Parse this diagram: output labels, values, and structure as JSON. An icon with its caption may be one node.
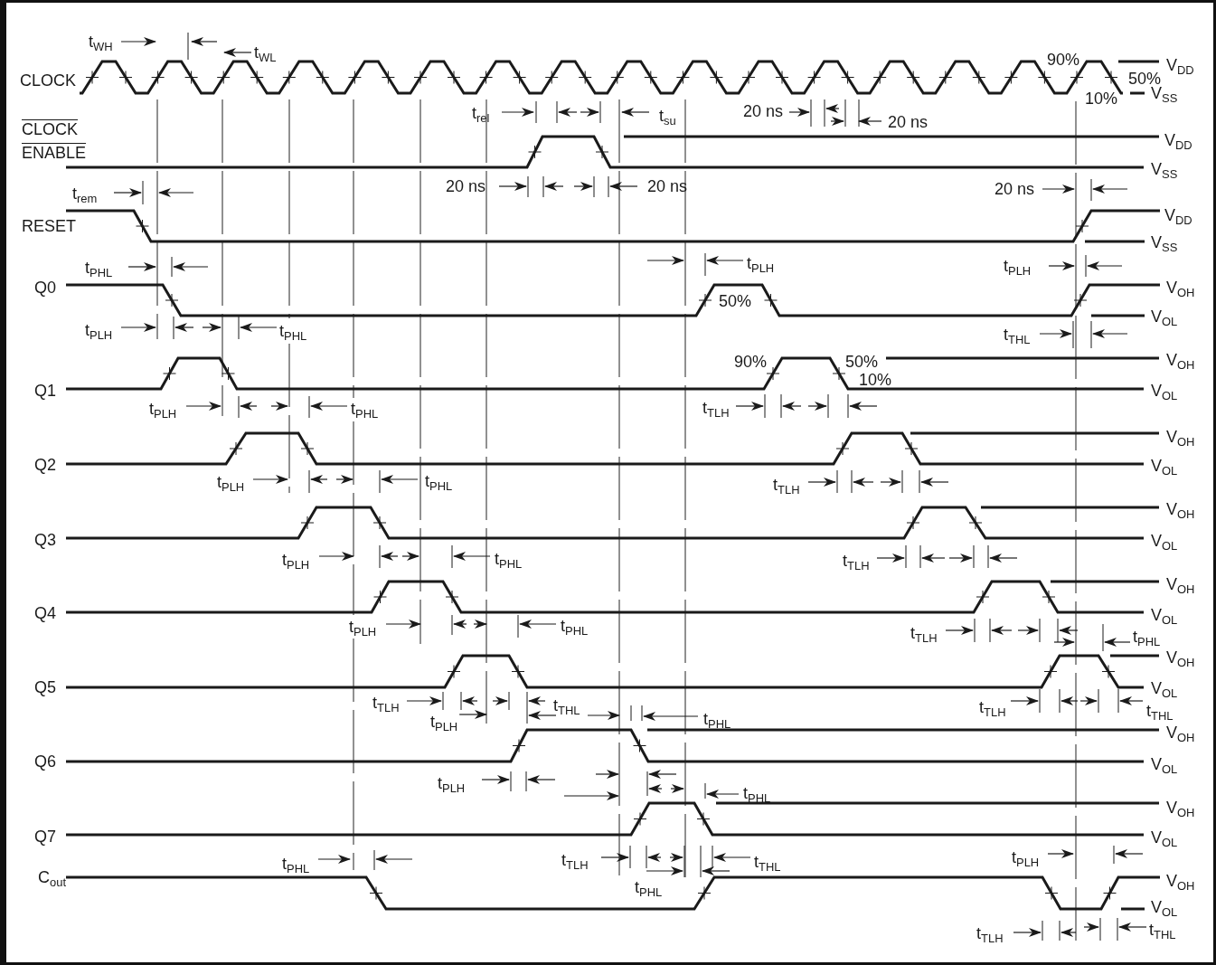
{
  "diagram": {
    "labels": [
      "t$_{WH}$",
      "t$_{WL}$",
      "CLOCK",
      "V$_{DD}$",
      "90%",
      "50%",
      "10%",
      "V$_{SS}$",
      "t$_{rel}$",
      "t$_{su}$",
      "20 ns",
      "20 ns",
      "CLOCK ENABLE",
      "V$_{DD}$",
      "V$_{SS}$",
      "20 ns",
      "20 ns",
      "20 ns",
      "t$_{rem}$",
      "RESET",
      "V$_{DD}$",
      "V$_{SS}$",
      "t$_{PHL}$",
      "t$_{PLH}$",
      "t$_{PLH}$",
      "Q0",
      "50%",
      "V$_{OH}$",
      "V$_{OL}$",
      "t$_{PLH}$",
      "t$_{PHL}$",
      "t$_{THL}$",
      "90%",
      "50%",
      "V$_{OH}$",
      "10%",
      "Q1",
      "V$_{OL}$",
      "t$_{PLH}$",
      "t$_{PHL}$",
      "t$_{TLH}$",
      "V$_{OH}$",
      "Q2",
      "V$_{OL}$",
      "t$_{PLH}$",
      "t$_{PHL}$",
      "t$_{TLH}$",
      "V$_{OH}$",
      "Q3",
      "V$_{OL}$",
      "t$_{PLH}$",
      "t$_{PHL}$",
      "t$_{TLH}$",
      "V$_{OH}$",
      "Q4",
      "V$_{OL}$",
      "t$_{PLH}$",
      "t$_{PHL}$",
      "t$_{TLH}$",
      "t$_{PHL}$",
      "V$_{OH}$",
      "Q5",
      "V$_{OL}$",
      "t$_{TLH}$",
      "t$_{THL}$",
      "t$_{TLH}$",
      "t$_{THL}$",
      "t$_{PLH}$",
      "t$_{PHL}$",
      "V$_{OH}$",
      "Q6",
      "V$_{OL}$",
      "t$_{PLH}$",
      "t$_{PHL}$",
      "V$_{OH}$",
      "Q7",
      "V$_{OL}$",
      "t$_{TLH}$",
      "t$_{THL}$",
      "t$_{PLH}$",
      "t$_{PHL}$",
      "C$_{out}$",
      "V$_{OH}$",
      "t$_{PHL}$",
      "V$_{OL}$",
      "t$_{TLH}$",
      "t$_{THL}$"
    ]
  }
}
